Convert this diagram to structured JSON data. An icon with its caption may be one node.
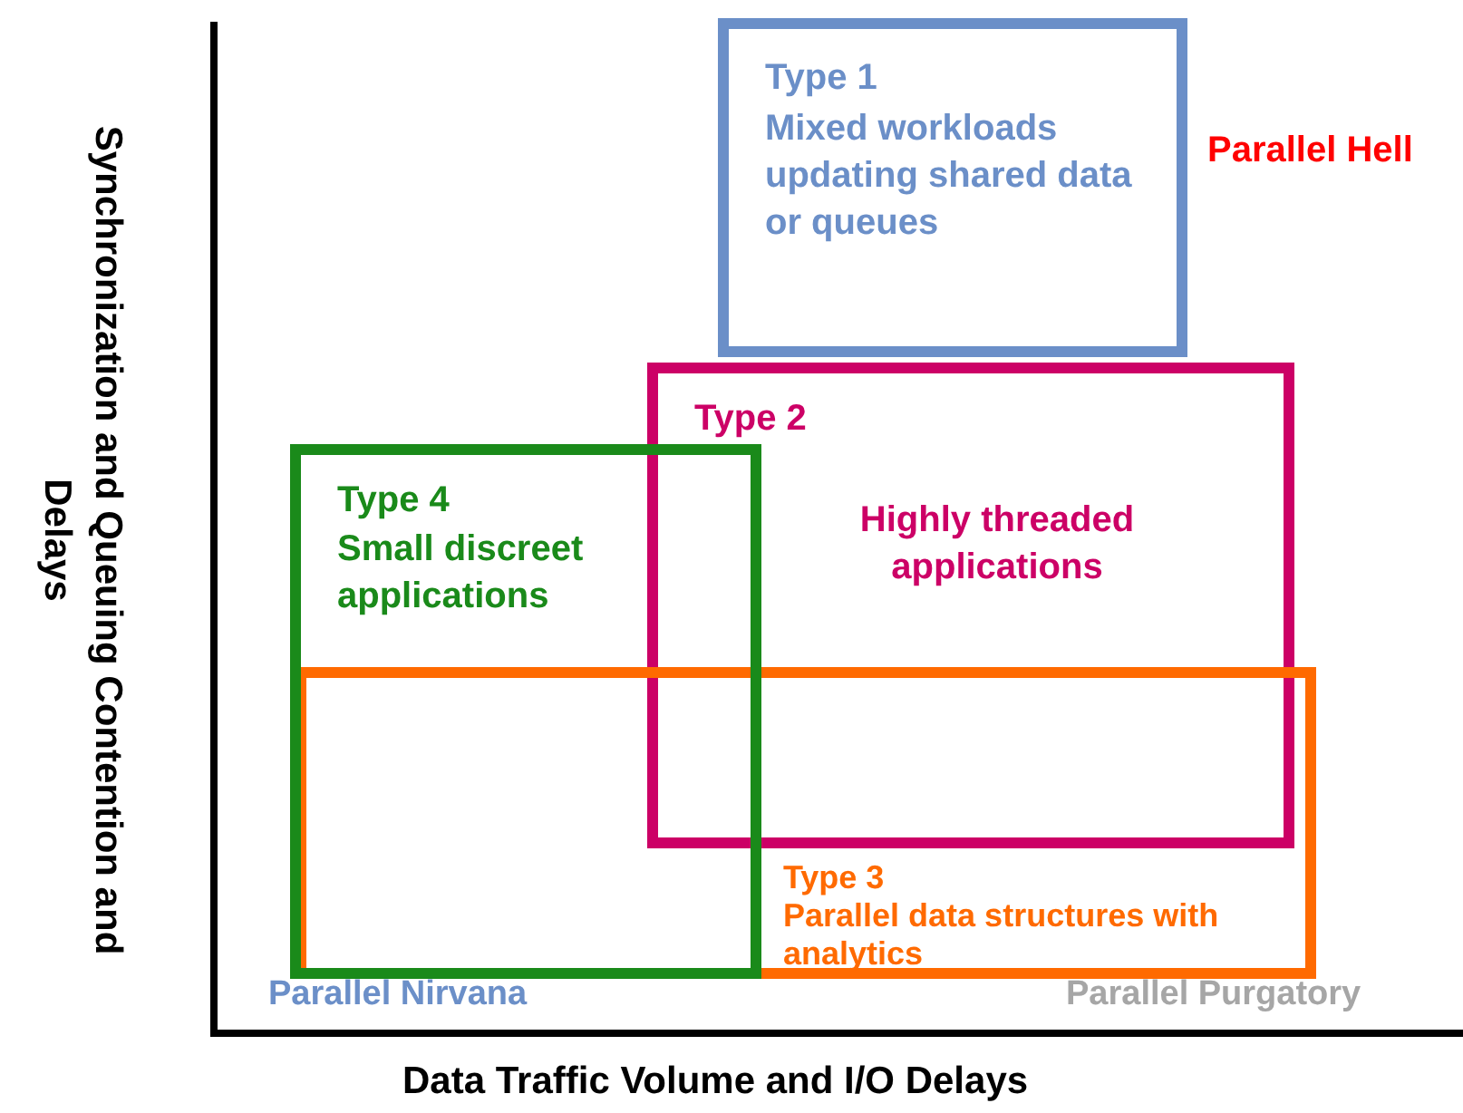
{
  "diagram": {
    "nodes": [
      {
        "text": [
          "Type 1",
          "Mixed workloads updating shared data or queues"
        ]
      },
      {
        "text": [
          "Type 2",
          "Highly threaded applications"
        ]
      },
      {
        "text": [
          "Type 3",
          "Parallel data structures with analytics"
        ]
      },
      {
        "text": [
          "Type 4",
          "Small discreet applications"
        ]
      }
    ],
    "labels": [
      "Parallel Hell",
      "Synchronization and Queuing Contention and Delays",
      "Parallel Nirvana",
      "Parallel Purgatory",
      "Data Traffic Volume and I/O Delays"
    ]
  }
}
